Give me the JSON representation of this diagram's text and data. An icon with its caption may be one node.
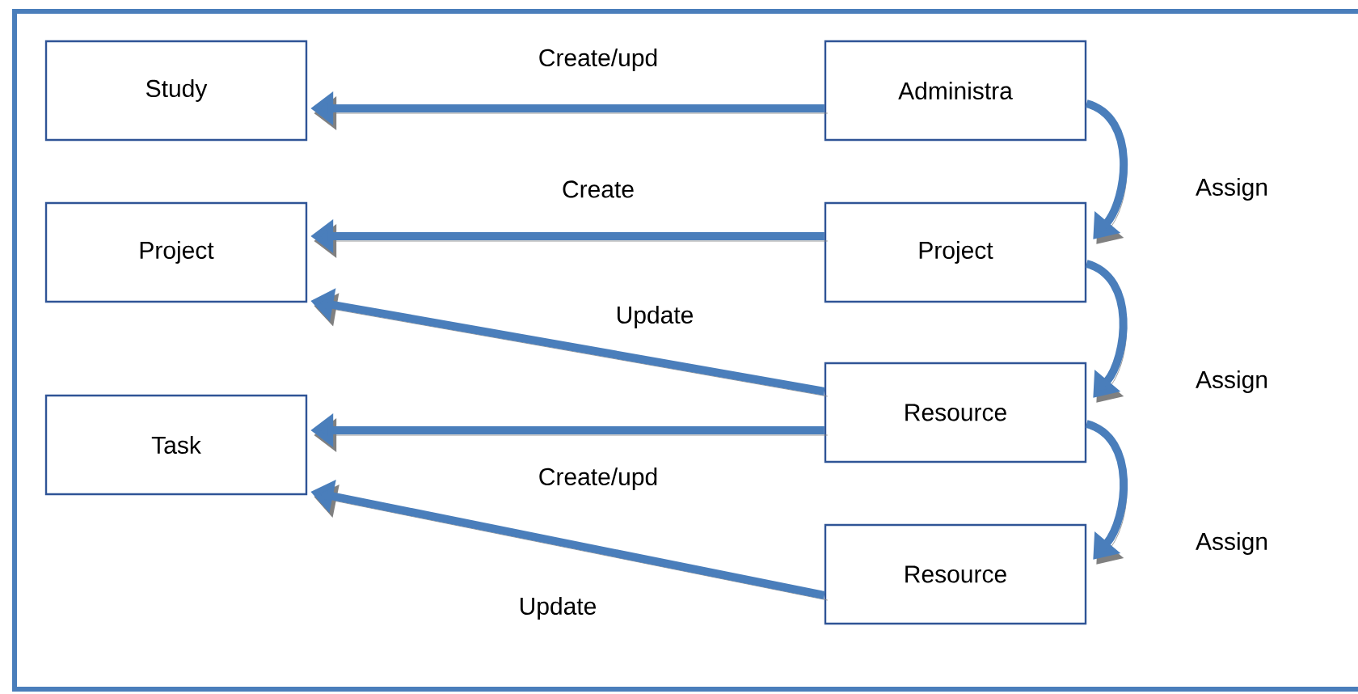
{
  "diagram": {
    "nodes": [
      {
        "text": [
          "Study"
        ]
      },
      {
        "text": [
          "Administra"
        ]
      },
      {
        "text": [
          "Project"
        ]
      },
      {
        "text": [
          "Project"
        ]
      },
      {
        "text": [
          "Resource"
        ]
      },
      {
        "text": [
          "Task"
        ]
      },
      {
        "text": [
          "Resource"
        ]
      }
    ],
    "edges": [
      {
        "from": 1,
        "to": 0,
        "arrow": "to",
        "label": "Create/upd"
      },
      {
        "from": 3,
        "to": 2,
        "arrow": "to",
        "label": "Create"
      },
      {
        "from": 4,
        "to": 2,
        "arrow": "to",
        "label": "Update"
      },
      {
        "from": 4,
        "to": 5,
        "arrow": "to",
        "label": "Create/upd"
      },
      {
        "from": 6,
        "to": 5,
        "arrow": "to",
        "label": "Update"
      },
      {
        "from": 1,
        "to": 3,
        "arrow": "to",
        "label": "Assign"
      },
      {
        "from": 3,
        "to": 4,
        "arrow": "to",
        "label": "Assign"
      },
      {
        "from": 4,
        "to": 6,
        "arrow": "to",
        "label": "Assign"
      }
    ]
  }
}
